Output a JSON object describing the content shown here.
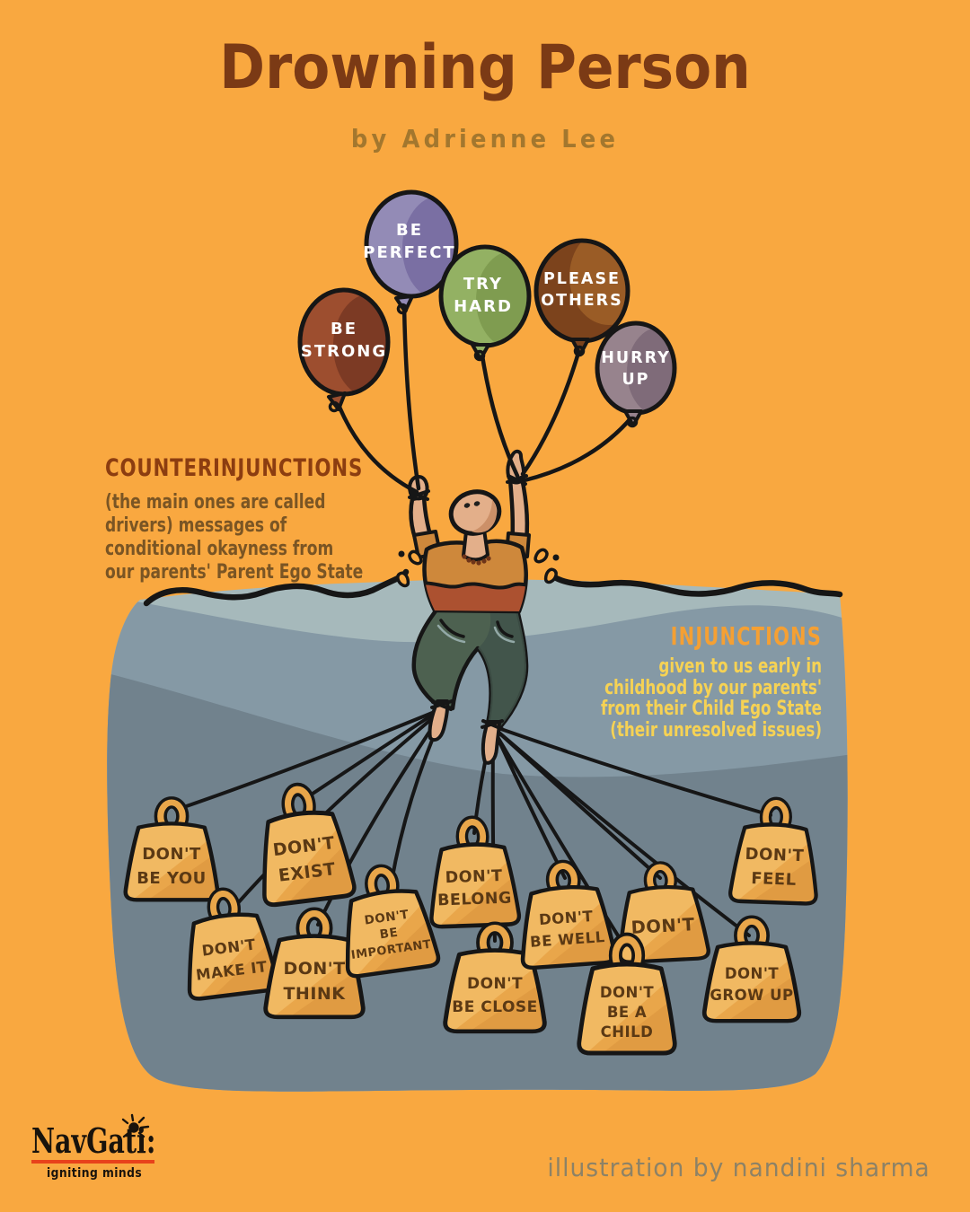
{
  "title": "Drowning Person",
  "subtitle": "by Adrienne Lee",
  "palette": {
    "background": "#F9A840",
    "title_color": "#7B3A15",
    "subtitle_color": "#A3772E",
    "counter_heading_color": "#8C3D10",
    "counter_body_color": "#7A5524",
    "injunctions_heading_color": "#F5A033",
    "injunctions_body_color": "#F6D254",
    "water_surface": "#A6B9BB",
    "water_mid": "#8599A5",
    "water_deep": "#71828D",
    "weight_gold": "#E9A64A",
    "weight_highlight": "#F3BE6C",
    "weight_text_color": "#5B3914",
    "outline": "#161616",
    "credit_color": "#8D8266",
    "logo_underline": "#E8411B"
  },
  "counterinjunctions": {
    "heading": "COUNTERINJUNCTIONS",
    "line1": "(the main ones are called",
    "line2_bold": "drivers)",
    "line2_rest": " messages of",
    "line3": "conditional okayness from",
    "line4": "our parents' Parent Ego State"
  },
  "injunctions": {
    "heading": "INJUNCTIONS",
    "line1": "given to us early in",
    "line2": "childhood by our parents'",
    "line3": "from their Child Ego State",
    "line4": "(their unresolved issues)"
  },
  "balloons": [
    {
      "id": "be-strong",
      "lines": [
        "BE",
        "STRONG"
      ],
      "color_base": "#9D4E2F",
      "color_side": "#7C3A24"
    },
    {
      "id": "be-perfect",
      "lines": [
        "BE",
        "PERFECT"
      ],
      "color_base": "#938BB6",
      "color_side": "#7A6FA3"
    },
    {
      "id": "try-hard",
      "lines": [
        "TRY",
        "HARD"
      ],
      "color_base": "#93B163",
      "color_side": "#7F9C50"
    },
    {
      "id": "please-others",
      "lines": [
        "PLEASE",
        "OTHERS"
      ],
      "color_base": "#7C431C",
      "color_side": "#9A5C26"
    },
    {
      "id": "hurry-up",
      "lines": [
        "HURRY",
        "UP"
      ],
      "color_base": "#97838D",
      "color_side": "#7F6B79"
    }
  ],
  "weights": [
    {
      "id": "dont-be-you",
      "lines": [
        "DON'T",
        "BE YOU"
      ]
    },
    {
      "id": "dont-exist",
      "lines": [
        "DON'T",
        "EXIST"
      ]
    },
    {
      "id": "dont-make-it",
      "lines": [
        "DON'T",
        "MAKE IT"
      ]
    },
    {
      "id": "dont-think",
      "lines": [
        "DON'T",
        "THINK"
      ]
    },
    {
      "id": "dont-be-important",
      "lines": [
        "DON'T",
        "BE",
        "IMPORTANT"
      ]
    },
    {
      "id": "dont-belong",
      "lines": [
        "DON'T",
        "BELONG"
      ]
    },
    {
      "id": "dont-be-close",
      "lines": [
        "DON'T",
        "BE CLOSE"
      ]
    },
    {
      "id": "dont-be-well",
      "lines": [
        "DON'T",
        "BE WELL"
      ]
    },
    {
      "id": "dont",
      "lines": [
        "DON'T"
      ]
    },
    {
      "id": "dont-be-a-child",
      "lines": [
        "DON'T",
        "BE A",
        "CHILD"
      ]
    },
    {
      "id": "dont-feel",
      "lines": [
        "DON'T",
        "FEEL"
      ]
    },
    {
      "id": "dont-grow-up",
      "lines": [
        "DON'T",
        "GROW UP"
      ]
    }
  ],
  "footer": {
    "credit": "illustration by nandini sharma",
    "logo_text": "NavGati:",
    "logo_tagline": "igniting minds"
  }
}
